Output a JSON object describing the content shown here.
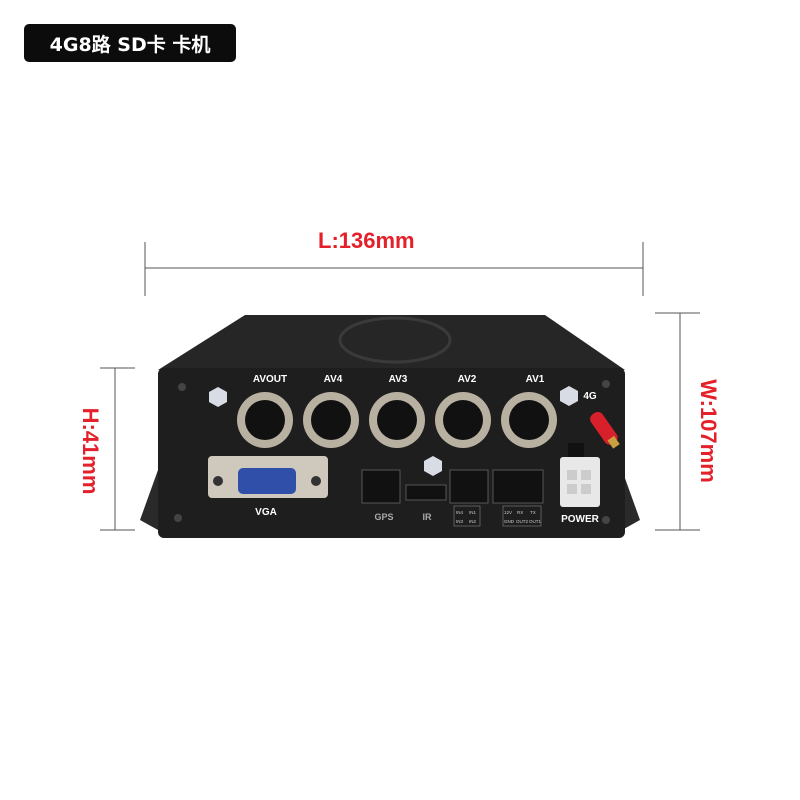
{
  "title": "4G8路 SD卡 卡机",
  "dimensions": {
    "length": "L:136mm",
    "height": "H:41mm",
    "width": "W:107mm"
  },
  "ports": {
    "top": [
      "AVOUT",
      "AV4",
      "AV3",
      "AV2",
      "AV1"
    ],
    "antenna": "4G",
    "vga": "VGA",
    "gps": "GPS",
    "ir": "IR",
    "power": "POWER",
    "io_labels": [
      "IN4",
      "IN1",
      "IN3",
      "IN2"
    ],
    "serial_labels": [
      "12V",
      "RX",
      "TX",
      "GND",
      "OUT2",
      "OUT1"
    ]
  },
  "colors": {
    "accent": "#e4202a",
    "body": "#1e1e1e"
  }
}
